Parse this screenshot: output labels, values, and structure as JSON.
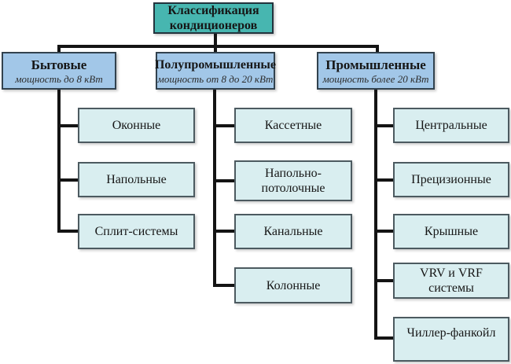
{
  "diagram": {
    "title": "Классификация кондиционеров",
    "categories": [
      {
        "name": "Бытовые",
        "power": "мощность до 8 кВт",
        "children": [
          "Оконные",
          "Напольные",
          "Сплит-системы"
        ]
      },
      {
        "name": "Полупромышленные",
        "power": "мощность от 8 до 20 кВт",
        "children": [
          "Кассетные",
          "Напольно-потолочные",
          "Канальные",
          "Колонные"
        ]
      },
      {
        "name": "Промышленные",
        "power": "мощность более 20 кВт",
        "children": [
          "Центральные",
          "Прецизионные",
          "Крышные",
          "VRV и VRF системы",
          "Чиллер-фанкойл"
        ]
      }
    ],
    "colors": {
      "root_bg": "#47b6b0",
      "category_bg": "#a2c7e8",
      "leaf_bg": "#d9eef0",
      "line": "#141414",
      "background": "#ffffff"
    }
  }
}
